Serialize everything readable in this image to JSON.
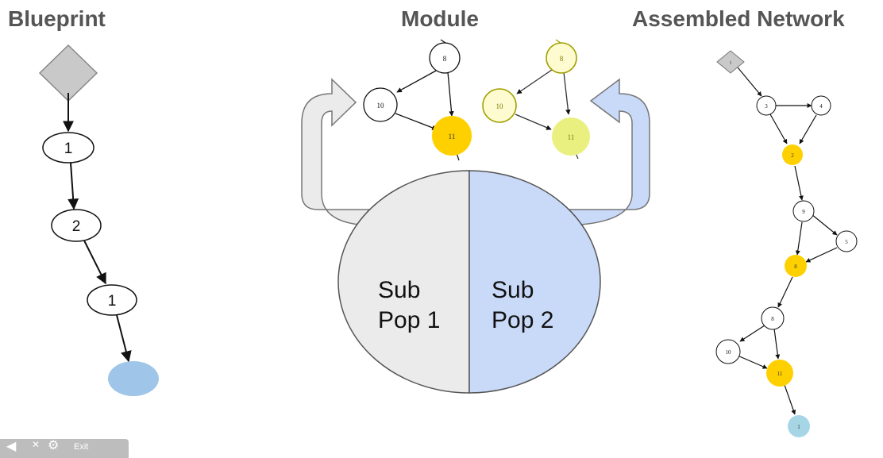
{
  "titles": {
    "blueprint": "Blueprint",
    "module": "Module",
    "assembled": "Assembled Network"
  },
  "blueprint": {
    "nodes": [
      "1",
      "2",
      "1"
    ]
  },
  "module": {
    "left_net": [
      "8",
      "10",
      "11"
    ],
    "right_net": [
      "8",
      "10",
      "11"
    ],
    "subpop1": [
      "Sub",
      "Pop 1"
    ],
    "subpop2": [
      "Sub",
      "Pop 2"
    ]
  },
  "assembled": {
    "nodes": [
      "1",
      "3",
      "4",
      "2",
      "9",
      "5",
      "8",
      "8",
      "10",
      "11",
      "1"
    ]
  },
  "toolbar": {
    "exit_label": "Exit"
  },
  "colors": {
    "diamond": "#c9c9c9",
    "output_node": "#9fc5e8",
    "module_node": "#ffd000",
    "highlight_node": "#eaf080",
    "highlight_stroke": "#a0a000",
    "subpop1_fill": "#ebebeb",
    "subpop2_fill": "#c9daf8",
    "assembled_output": "#a6d6e6"
  }
}
